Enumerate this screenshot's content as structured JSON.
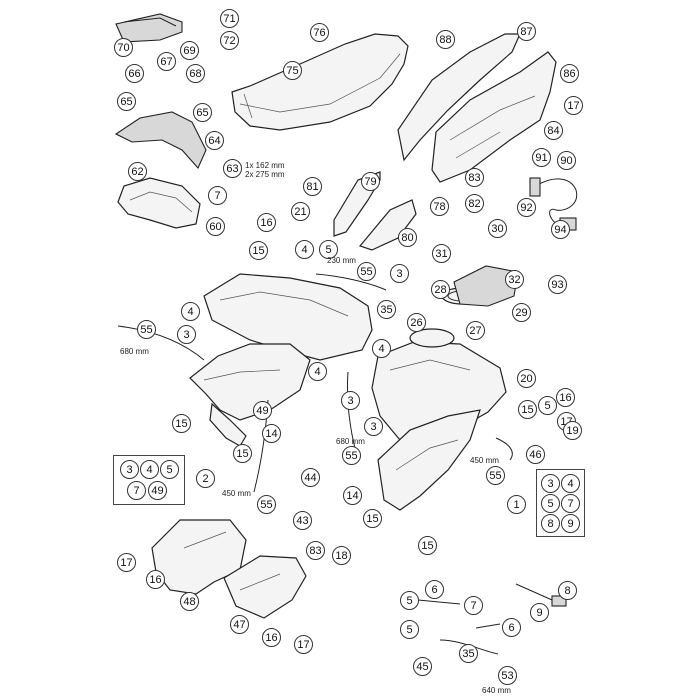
{
  "callouts": [
    {
      "id": "c71",
      "label": "71"
    },
    {
      "id": "c72",
      "label": "72"
    },
    {
      "id": "c76",
      "label": "76"
    },
    {
      "id": "c70",
      "label": "70"
    },
    {
      "id": "c67",
      "label": "67"
    },
    {
      "id": "c69",
      "label": "69"
    },
    {
      "id": "c66",
      "label": "66"
    },
    {
      "id": "c68",
      "label": "68"
    },
    {
      "id": "c75",
      "label": "75"
    },
    {
      "id": "c88",
      "label": "88"
    },
    {
      "id": "c87",
      "label": "87"
    },
    {
      "id": "c86",
      "label": "86"
    },
    {
      "id": "c17a",
      "label": "17"
    },
    {
      "id": "c65a",
      "label": "65"
    },
    {
      "id": "c65b",
      "label": "65"
    },
    {
      "id": "c64",
      "label": "64"
    },
    {
      "id": "c84",
      "label": "84"
    },
    {
      "id": "c63",
      "label": "63"
    },
    {
      "id": "c62",
      "label": "62"
    },
    {
      "id": "c7a",
      "label": "7"
    },
    {
      "id": "c60",
      "label": "60"
    },
    {
      "id": "c91",
      "label": "91"
    },
    {
      "id": "c90",
      "label": "90"
    },
    {
      "id": "c81",
      "label": "81"
    },
    {
      "id": "c79",
      "label": "79"
    },
    {
      "id": "c83",
      "label": "83"
    },
    {
      "id": "c82",
      "label": "82"
    },
    {
      "id": "c78",
      "label": "78"
    },
    {
      "id": "c92",
      "label": "92"
    },
    {
      "id": "c94",
      "label": "94"
    },
    {
      "id": "c16a",
      "label": "16"
    },
    {
      "id": "c21",
      "label": "21"
    },
    {
      "id": "c80",
      "label": "80"
    },
    {
      "id": "c30",
      "label": "30"
    },
    {
      "id": "c15a",
      "label": "15"
    },
    {
      "id": "c4a",
      "label": "4"
    },
    {
      "id": "c5a",
      "label": "5"
    },
    {
      "id": "c31",
      "label": "31"
    },
    {
      "id": "c55a",
      "label": "55"
    },
    {
      "id": "c3a",
      "label": "3"
    },
    {
      "id": "c32",
      "label": "32"
    },
    {
      "id": "c93",
      "label": "93"
    },
    {
      "id": "c28",
      "label": "28"
    },
    {
      "id": "c35a",
      "label": "35"
    },
    {
      "id": "c29",
      "label": "29"
    },
    {
      "id": "c4b",
      "label": "4"
    },
    {
      "id": "c3b",
      "label": "3"
    },
    {
      "id": "c55b",
      "label": "55"
    },
    {
      "id": "c26",
      "label": "26"
    },
    {
      "id": "c27",
      "label": "27"
    },
    {
      "id": "c4c",
      "label": "4"
    },
    {
      "id": "c4d",
      "label": "4"
    },
    {
      "id": "c20",
      "label": "20"
    },
    {
      "id": "c15b",
      "label": "15"
    },
    {
      "id": "c16b",
      "label": "16"
    },
    {
      "id": "c5b",
      "label": "5"
    },
    {
      "id": "c3c",
      "label": "3"
    },
    {
      "id": "c49",
      "label": "49"
    },
    {
      "id": "c15c",
      "label": "15"
    },
    {
      "id": "c17b",
      "label": "17"
    },
    {
      "id": "c19",
      "label": "19"
    },
    {
      "id": "c14a",
      "label": "14"
    },
    {
      "id": "c3d",
      "label": "3"
    },
    {
      "id": "c15d",
      "label": "15"
    },
    {
      "id": "c55c",
      "label": "55"
    },
    {
      "id": "c46",
      "label": "46"
    },
    {
      "id": "c2",
      "label": "2"
    },
    {
      "id": "c44",
      "label": "44"
    },
    {
      "id": "c55d",
      "label": "55"
    },
    {
      "id": "c14b",
      "label": "14"
    },
    {
      "id": "c1",
      "label": "1"
    },
    {
      "id": "c55e",
      "label": "55"
    },
    {
      "id": "c43",
      "label": "43"
    },
    {
      "id": "c15e",
      "label": "15"
    },
    {
      "id": "c15f",
      "label": "15"
    },
    {
      "id": "c83b",
      "label": "83"
    },
    {
      "id": "c18",
      "label": "18"
    },
    {
      "id": "c17c",
      "label": "17"
    },
    {
      "id": "c16c",
      "label": "16"
    },
    {
      "id": "c48",
      "label": "48"
    },
    {
      "id": "c5c",
      "label": "5"
    },
    {
      "id": "c6a",
      "label": "6"
    },
    {
      "id": "c8",
      "label": "8"
    },
    {
      "id": "c7b",
      "label": "7"
    },
    {
      "id": "c9",
      "label": "9"
    },
    {
      "id": "c47",
      "label": "47"
    },
    {
      "id": "c16d",
      "label": "16"
    },
    {
      "id": "c17d",
      "label": "17"
    },
    {
      "id": "c5d",
      "label": "5"
    },
    {
      "id": "c6b",
      "label": "6"
    },
    {
      "id": "c45",
      "label": "45"
    },
    {
      "id": "c35b",
      "label": "35"
    },
    {
      "id": "c53",
      "label": "53"
    }
  ],
  "set_left": [
    "3",
    "4",
    "5",
    "7",
    "49"
  ],
  "set_right": [
    "3",
    "4",
    "5",
    "7",
    "8",
    "9"
  ],
  "dimensions": {
    "d63": "1x 162 mm\n2x 275 mm",
    "d230": "230 mm",
    "d680a": "680 mm",
    "d680b": "680 mm",
    "d450a": "450 mm",
    "d450b": "450 mm",
    "d640": "640 mm"
  }
}
